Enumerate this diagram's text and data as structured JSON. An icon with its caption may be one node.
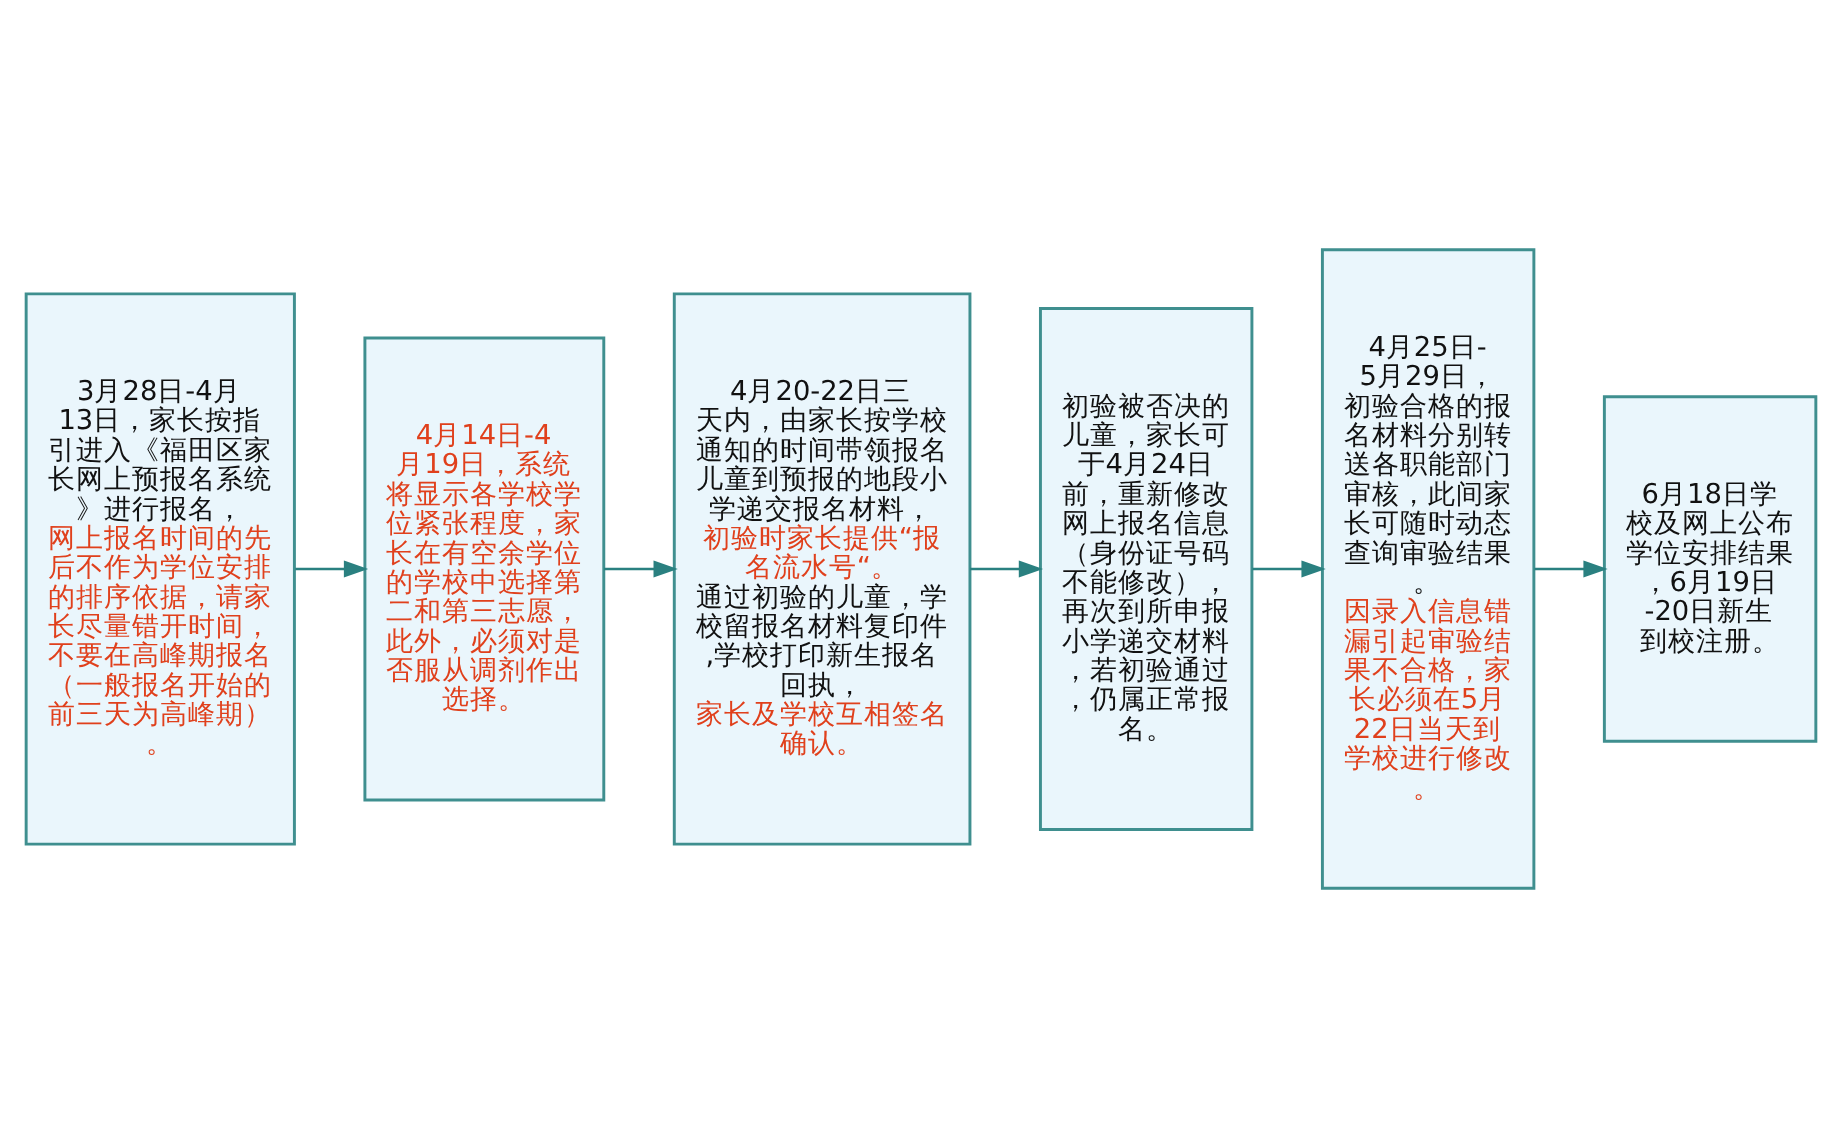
{
  "diagram": {
    "nodes": [
      {
        "text": [
          "3月28日-4月13日，家长按指引进入《福田区家长网上预报名系统》进行报名，",
          "网上报名时间的先后不作为学位安排的排序依据，请家长尽量错开时间，不要在高峰期报名（一般报名开始的前三天为高峰期）。"
        ]
      },
      {
        "text": [
          "4月14日-4月19日，系统将显示各学校学位紧张程度，家长在有空余学位的学校中选择第二和第三志愿，此外，必须对是否服从调剂作出选择。"
        ]
      },
      {
        "text": [
          "4月20-22日三天内，由家长按学校通知的时间带领报名儿童到预报的地段小学递交报名材料，",
          "初验时家长提供“报名流水号“。",
          "通过初验的儿童，学校留报名材料复印件,学校打印新生报名回执，",
          "家长及学校互相签名确认。"
        ]
      },
      {
        "text": [
          "初验被否决的儿童，家长可于4月24日前，重新修改网上报名信息（身份证号码不能修改），再次到所申报小学递交材料，若初验通过，仍属正常报名。"
        ]
      },
      {
        "text": [
          "4月25日-5月29日，初验合格的报名材料分别转送各职能部门审核，此间家长可随时动态查询审验结果。",
          "因录入信息错漏引起审验结果不合格，家长必须在5月22日当天到学校进行修改。"
        ]
      },
      {
        "text": [
          "6月18日学校及网上公布学位安排结果，6月19日-20日新生到校注册。"
        ]
      }
    ],
    "edges": [
      {
        "from": 0,
        "to": 1,
        "arrow": "to"
      },
      {
        "from": 1,
        "to": 2,
        "arrow": "to"
      },
      {
        "from": 2,
        "to": 3,
        "arrow": "to"
      },
      {
        "from": 3,
        "to": 4,
        "arrow": "to"
      },
      {
        "from": 4,
        "to": 5,
        "arrow": "to"
      }
    ]
  }
}
